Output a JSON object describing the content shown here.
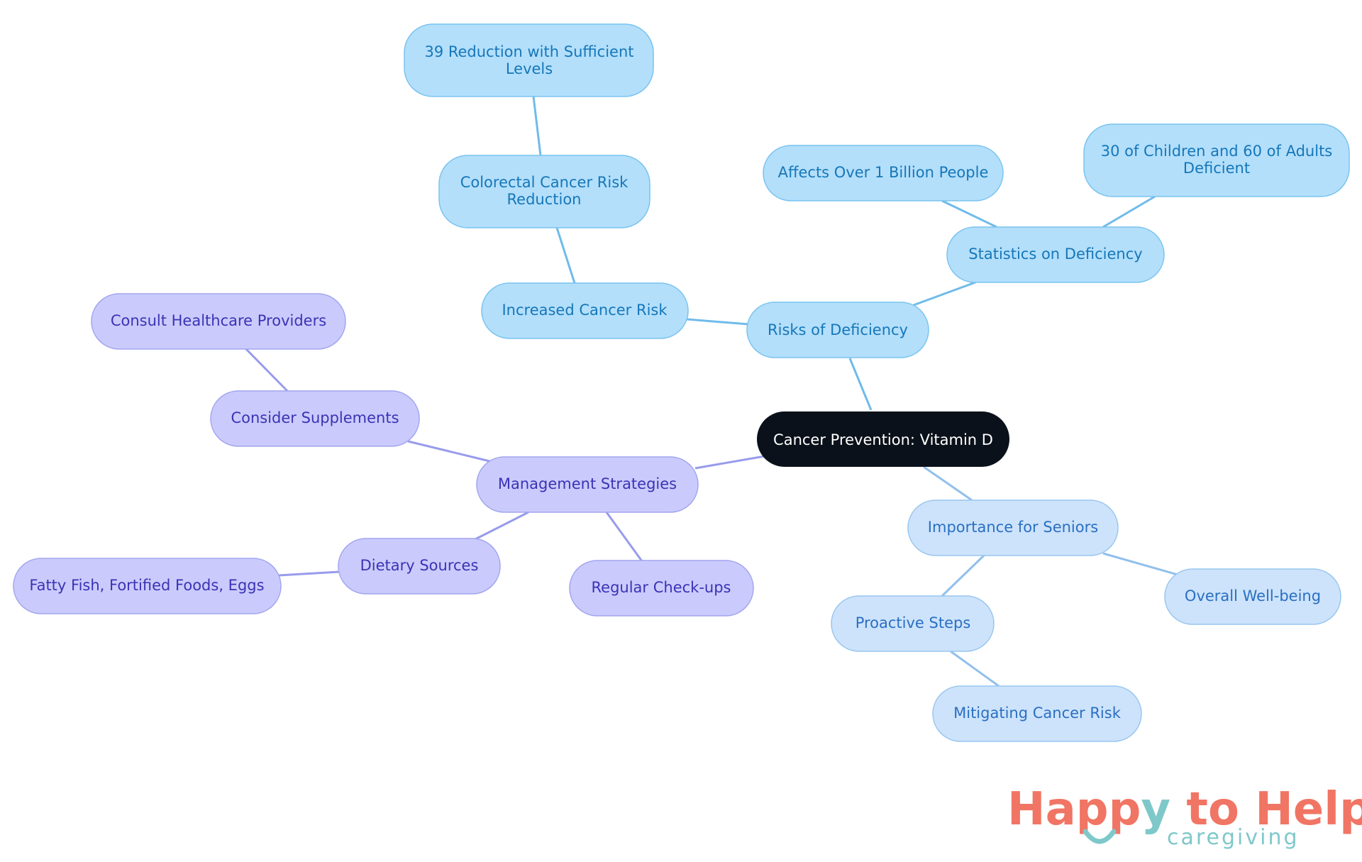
{
  "colors": {
    "central_fill": "#0b111a",
    "central_text": "#ffffff",
    "blue_fill": "#b3dffb",
    "blue_stroke": "#7ac3ef",
    "blue_text": "#1677b8",
    "blue_edge": "#6fbbea",
    "lightblue_fill": "#cde3fb",
    "lightblue_stroke": "#99c6f0",
    "lightblue_text": "#2a6fc2",
    "lightblue_edge": "#91c0ec",
    "purple_fill": "#cacbfc",
    "purple_stroke": "#a2a5ef",
    "purple_text": "#3b33b5",
    "purple_edge": "#989ceb",
    "logo_coral": "#f17564",
    "logo_teal": "#7fc8ca"
  },
  "mindmap": {
    "central": "Cancer Prevention: Vitamin D",
    "risks": {
      "label": "Risks of Deficiency",
      "increased_risk": "Increased Cancer Risk",
      "colorectal": [
        "Colorectal Cancer Risk",
        "Reduction"
      ],
      "reduction_39": [
        "39 Reduction with Sufficient",
        "Levels"
      ],
      "statistics": "Statistics on Deficiency",
      "billion": "Affects Over 1 Billion People",
      "children_adults": [
        "30 of Children and 60 of Adults",
        "Deficient"
      ]
    },
    "seniors": {
      "label": "Importance for Seniors",
      "wellbeing": "Overall Well-being",
      "proactive": "Proactive Steps",
      "mitigating": "Mitigating Cancer Risk"
    },
    "management": {
      "label": "Management Strategies",
      "supplements": "Consider Supplements",
      "consult": "Consult Healthcare Providers",
      "dietary": "Dietary Sources",
      "foods": "Fatty Fish, Fortified Foods, Eggs",
      "checkups": "Regular Check-ups"
    }
  },
  "logo": {
    "title_part1": "Happ",
    "title_y": "y",
    "title_part2": " to Help",
    "subtitle": "caregiving"
  }
}
